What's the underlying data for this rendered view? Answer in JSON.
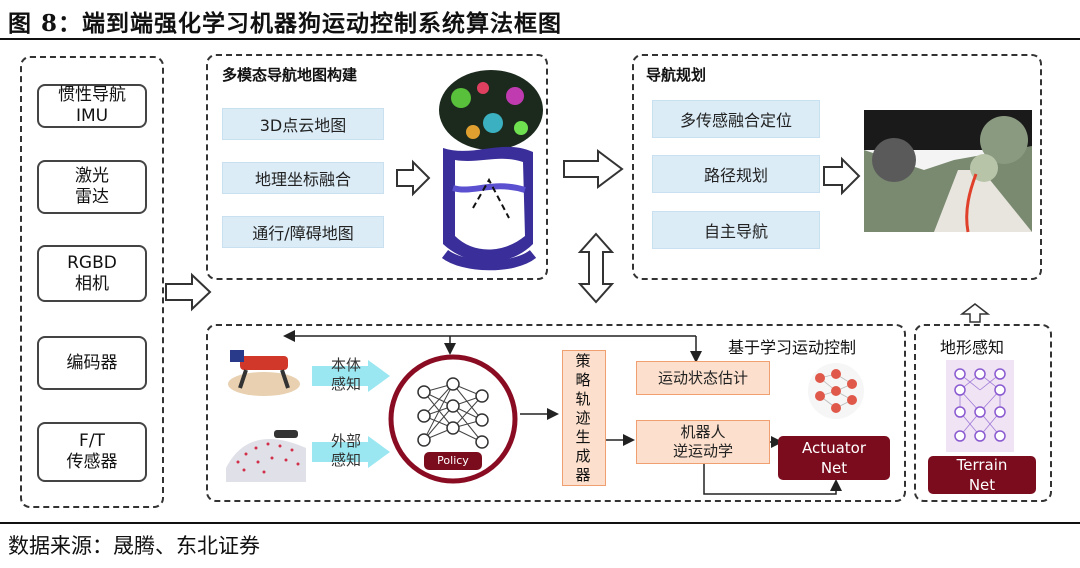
{
  "title": "图 8：端到端强化学习机器狗运动控制系统算法框图",
  "source": "数据来源：晟腾、东北证券",
  "sensors": [
    "惯性导航\nIMU",
    "激光\n雷达",
    "RGBD\n相机",
    "编码器",
    "F/T\n传感器"
  ],
  "map_panel": {
    "title": "多模态导航地图构建",
    "items": [
      "3D点云地图",
      "地理坐标融合",
      "通行/障碍地图"
    ]
  },
  "nav_panel": {
    "title": "导航规划",
    "items": [
      "多传感融合定位",
      "路径规划",
      "自主导航"
    ]
  },
  "control_panel": {
    "title": "基于学习运动控制",
    "proprio_label": "本体\n感知",
    "extero_label": "外部\n感知",
    "policy_label": "Policy",
    "traj_gen_label": "策略轨迹生成器",
    "state_est_label": "运动状态估计",
    "ik_label": "机器人\n逆运动学",
    "actuator_label": "Actuator\nNet"
  },
  "terrain_panel": {
    "title": "地形感知",
    "net_label": "Terrain\nNet"
  },
  "colors": {
    "blue_box": "#dbecf7",
    "orange_box": "#fce0cd",
    "dark_red": "#7b0c1e",
    "cyan_arrow": "#8fe3f0"
  }
}
